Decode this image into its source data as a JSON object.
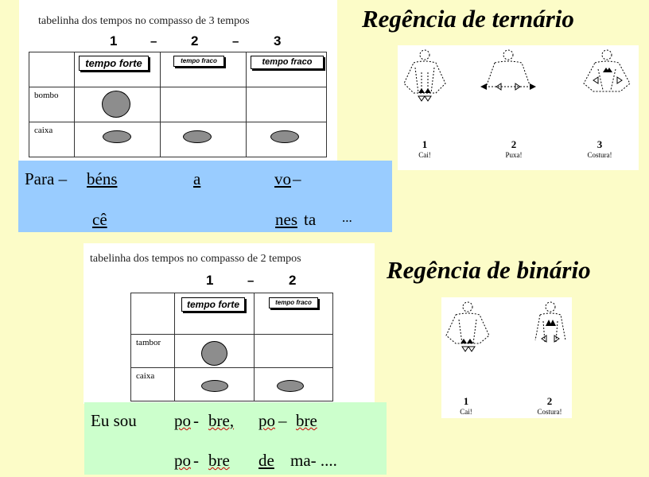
{
  "ternary": {
    "caption": "tabelinha dos tempos no compasso de 3 tempos",
    "beats": [
      "1",
      "2",
      "3"
    ],
    "separator": "–",
    "tags": [
      "tempo forte",
      "tempo fraco",
      "tempo fraco"
    ],
    "rows": [
      "bombo",
      "caixa"
    ],
    "title": "Regência de ternário",
    "figure": {
      "numbers": [
        "1",
        "2",
        "3"
      ],
      "labels": [
        "Cai!",
        "Puxa!",
        "Costura!"
      ]
    },
    "lyrics": {
      "line1": [
        "Para – ",
        "béns",
        "a",
        "vo",
        " –"
      ],
      "line2": [
        "cê",
        "nes",
        "ta",
        "..."
      ]
    }
  },
  "binary": {
    "caption": "tabelinha dos tempos no compasso de 2 tempos",
    "beats": [
      "1",
      "2"
    ],
    "separator": "–",
    "tags": [
      "tempo forte",
      "tempo fraco"
    ],
    "rows": [
      "tambor",
      "caixa"
    ],
    "title": "Regência de binário",
    "figure": {
      "numbers": [
        "1",
        "2"
      ],
      "labels": [
        "Cai!",
        "Costura!"
      ]
    },
    "lyrics": {
      "line1": [
        "Eu sou",
        "po",
        "- ",
        "bre,",
        "po",
        " –",
        "bre"
      ],
      "line2": [
        "po",
        "- ",
        "bre",
        "de",
        "ma- ...."
      ]
    }
  },
  "colors": {
    "background": "#fcfcc8",
    "blue_box": "#99ccff",
    "green_box": "#ccffcc",
    "grey_fill": "#8d8d8d"
  }
}
